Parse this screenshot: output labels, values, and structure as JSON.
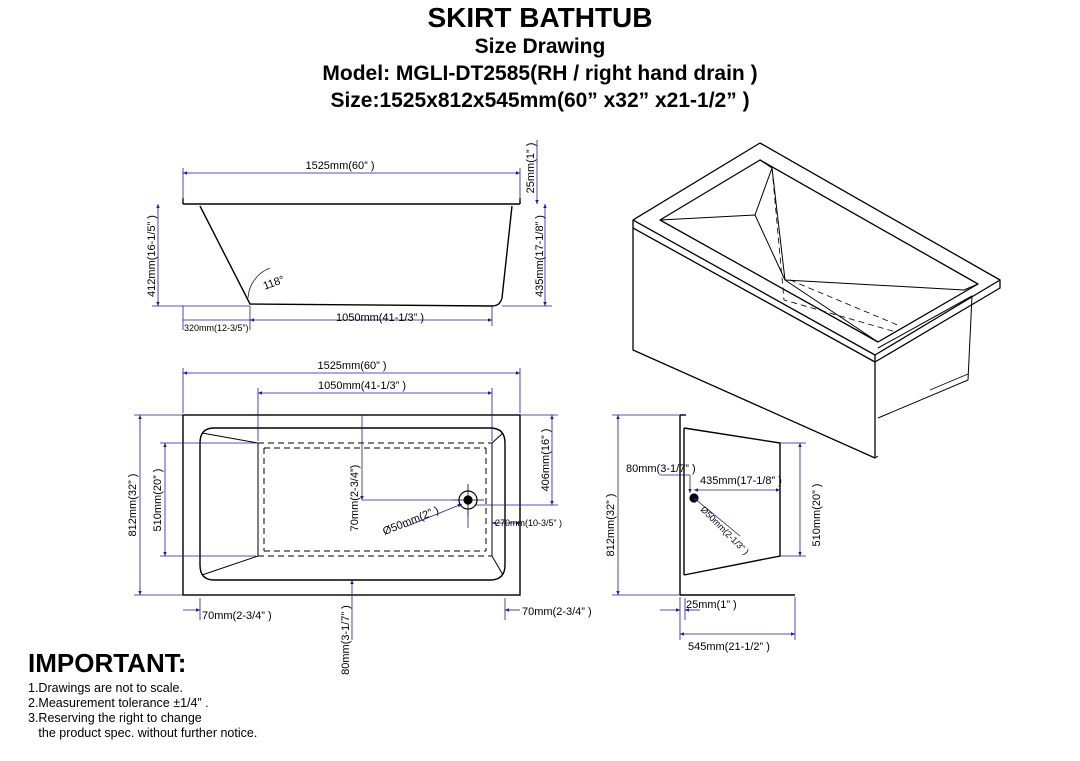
{
  "header": {
    "title": "SKIRT BATHTUB",
    "subtitle": "Size Drawing",
    "model": "Model: MGLI-DT2585(RH / right hand drain )",
    "size": "Size:1525x812x545mm(60” x32” x21-1/2” )"
  },
  "side_view": {
    "length": "1525mm(60” )",
    "rim": "25mm(1” )",
    "height": "412mm(16-1/5” )",
    "inner_depth": "435mm(17-1/8” )",
    "angle": "118°",
    "floor_length": "1050mm(41-1/3” )",
    "offset": "320mm(12-3/5”)"
  },
  "top_view": {
    "length": "1525mm(60” )",
    "inner_length": "1050mm(41-1/3” )",
    "width": "812mm(32” )",
    "inner_width": "510mm(20” )",
    "half_width": "406mm(16” )",
    "drain_offset_y": "70mm(2-3/4”)",
    "drain_dia": "Ø50mm(2” )",
    "drain_offset_x": "270mm(10-3/5” )",
    "rim_left": "70mm(2-3/4” )",
    "rim_right": "70mm(2-3/4” )",
    "bottom": "80mm(3-1/7” )"
  },
  "end_view": {
    "drain_top": "80mm(3-1/7” )",
    "depth": "435mm(17-1/8” )",
    "drain_dia": "Ø50mm(2-1/3” )",
    "width": "812mm(32” )",
    "inner_width": "510mm(20” )",
    "rim": "25mm(1” )",
    "height": "545mm(21-1/2” )"
  },
  "important": {
    "heading": "IMPORTANT:",
    "notes": [
      "1.Drawings are not to scale.",
      "2.Measurement tolerance ±1/4” .",
      "3.Reserving the right to change",
      "   the product spec. without further notice."
    ]
  },
  "colors": {
    "line": "#000000",
    "dimension": "#1a1aa0",
    "dash": "#555555"
  }
}
